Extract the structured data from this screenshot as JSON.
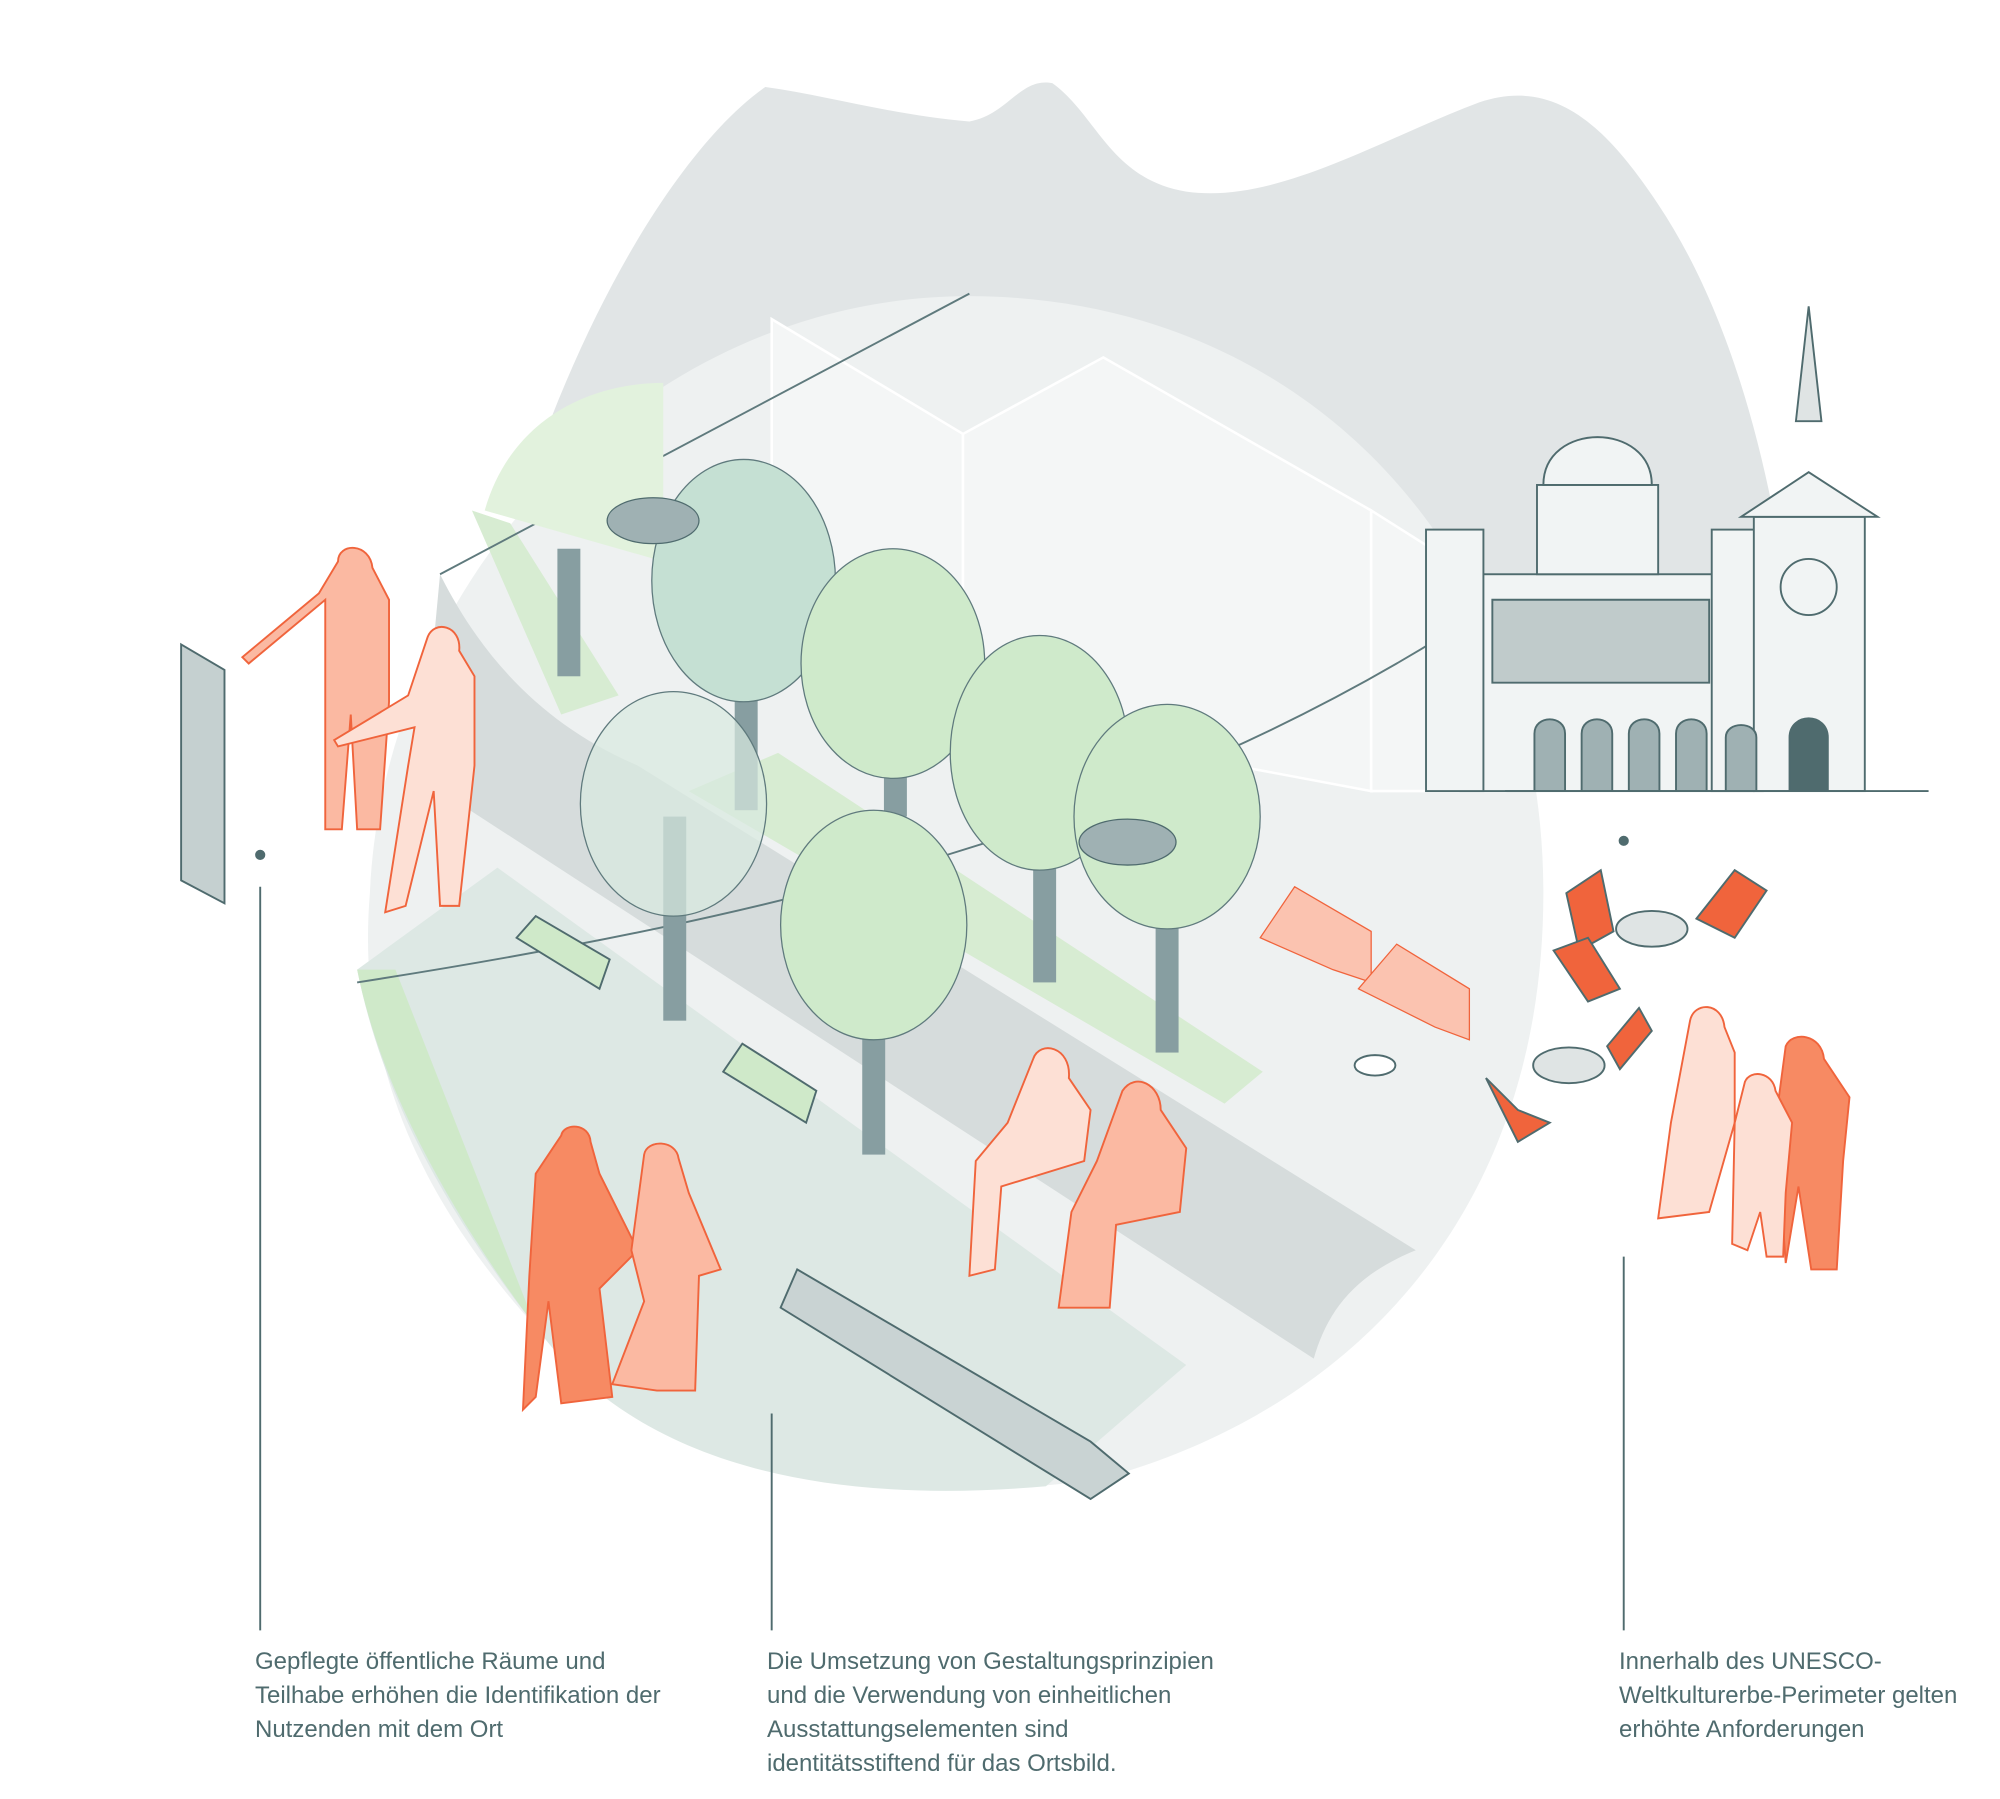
{
  "captions": [
    {
      "text": "Gepflegte öffentliche Räume und\nTeilhabe erhöhen die Identifikation der\nNutzenden mit dem Ort"
    },
    {
      "text": "Die Umsetzung von Gestaltungsprinzipien\nund die Verwendung von einheitlichen\nAusstattungselementen sind\nidentitätsstiftend für das Ortsbild."
    },
    {
      "text": "Innerhalb des UNESCO-\nWeltkulturerbe-Perimeter gelten\nerhöhte Anforderungen"
    }
  ],
  "colors": {
    "accent": "#f0643c",
    "accent_light": "#fbb9a2",
    "line": "#4f6b6e",
    "mountain": "#e1e5e6",
    "green": "#cfe9c9",
    "tree_dark": "#c5e0d3",
    "trunk": "#879ea1"
  }
}
